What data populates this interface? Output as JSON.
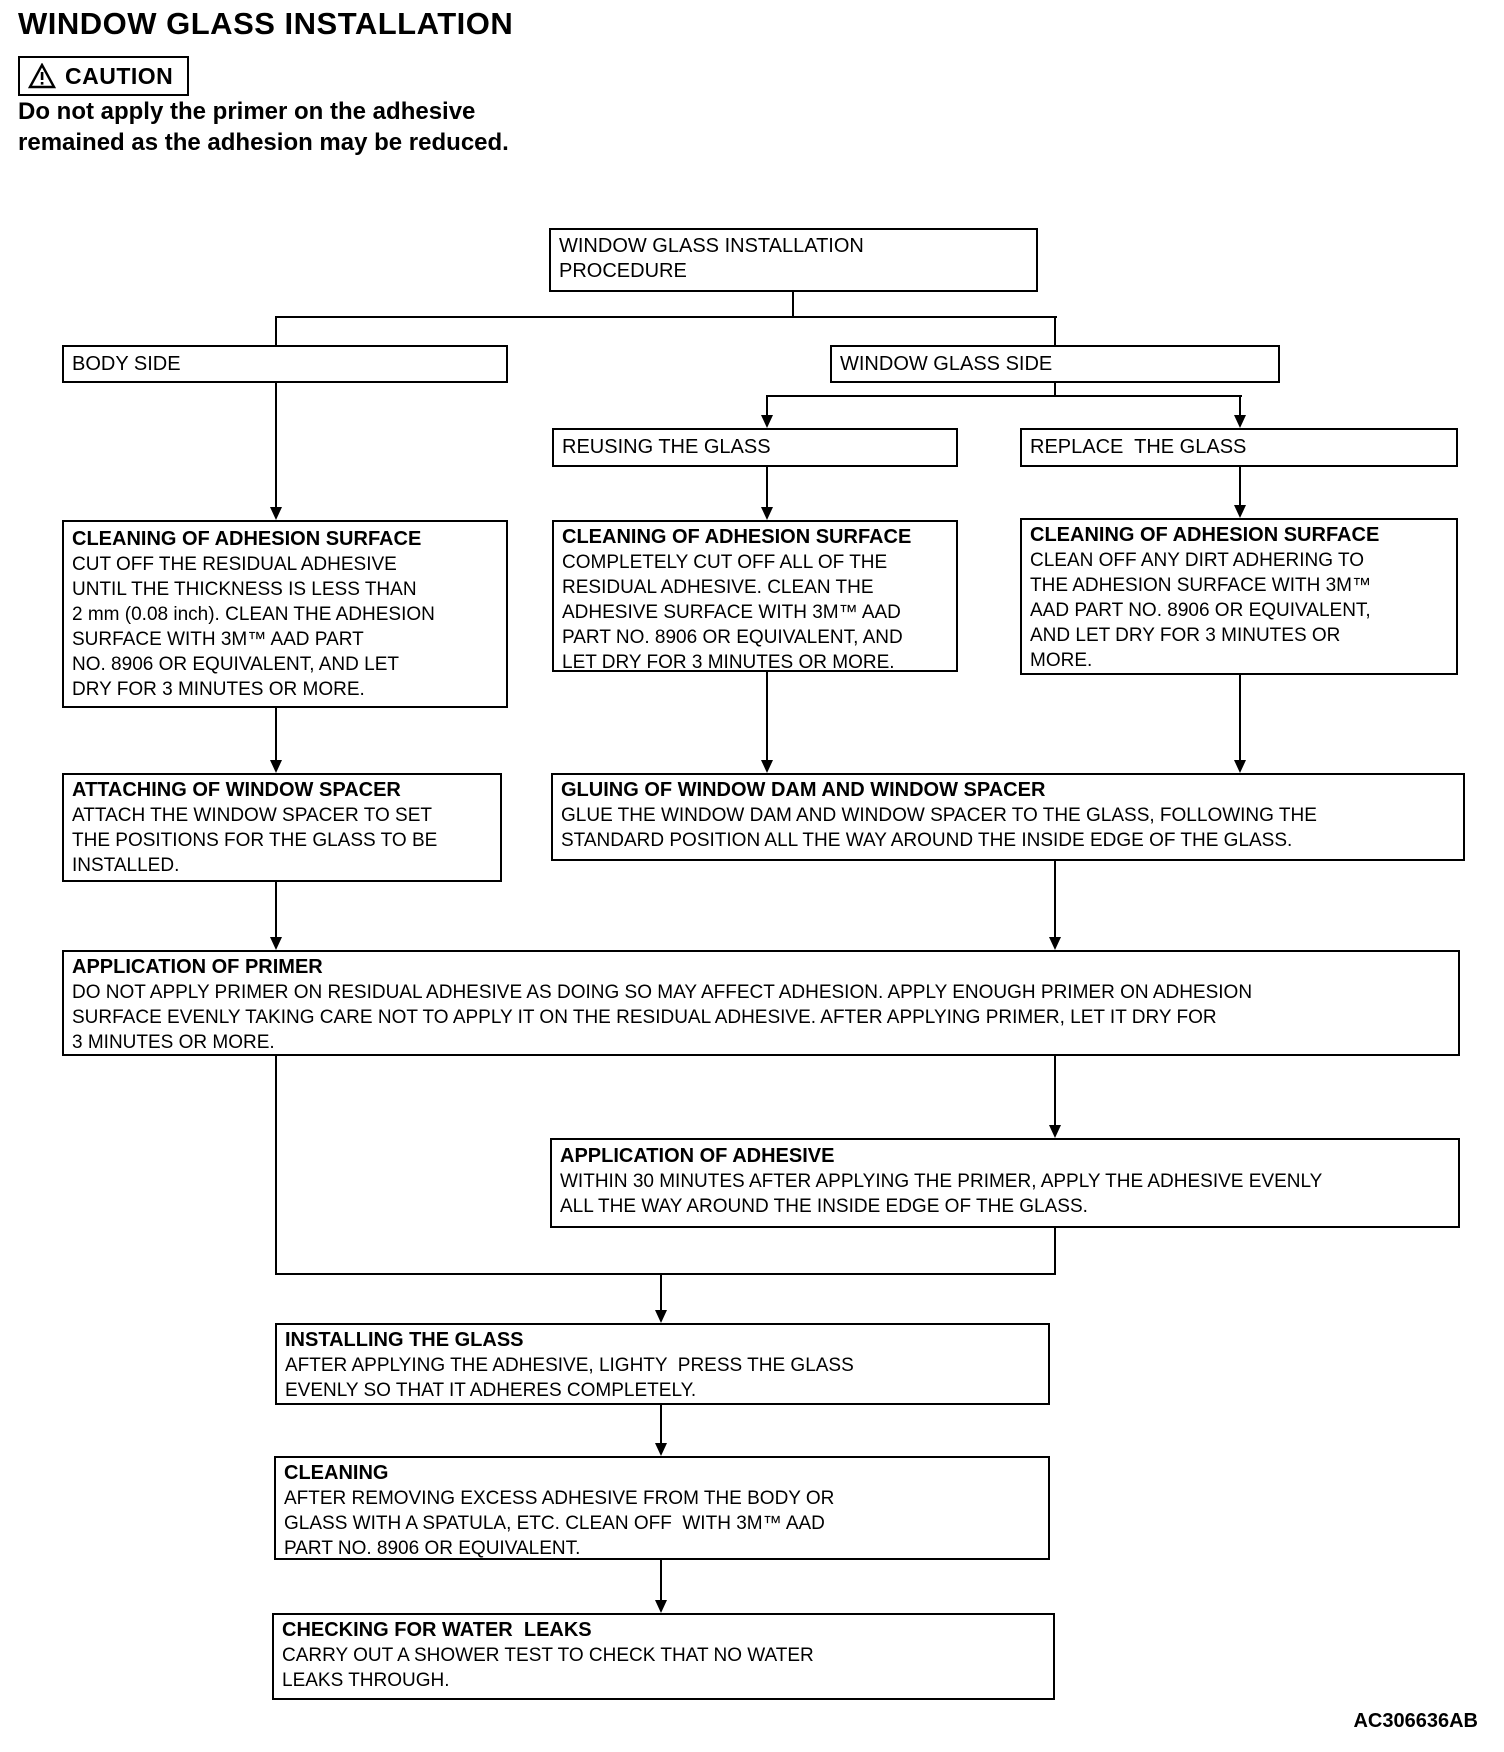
{
  "page": {
    "title": "WINDOW GLASS INSTALLATION",
    "caution_label": "CAUTION",
    "caution_text": "Do not apply the primer on the adhesive\nremained as the adhesion may be reduced.",
    "figure_code": "AC306636AB",
    "colors": {
      "foreground": "#000000",
      "background": "#ffffff"
    },
    "icons": {
      "caution": "warning-triangle-icon"
    }
  },
  "flowchart": {
    "procedure": {
      "title": "WINDOW GLASS INSTALLATION\nPROCEDURE"
    },
    "body_side": {
      "title": "BODY SIDE"
    },
    "window_glass_side": {
      "title": "WINDOW GLASS SIDE"
    },
    "reusing": {
      "title": "REUSING THE GLASS"
    },
    "replace": {
      "title": "REPLACE  THE GLASS"
    },
    "cleaning_body": {
      "title": "CLEANING OF ADHESION SURFACE",
      "body": "CUT OFF THE RESIDUAL ADHESIVE\nUNTIL THE THICKNESS IS LESS THAN\n2 mm (0.08 inch). CLEAN THE ADHESION\nSURFACE WITH 3M™ AAD PART\nNO. 8906 OR EQUIVALENT, AND LET\nDRY FOR 3 MINUTES OR MORE."
    },
    "cleaning_reuse": {
      "title": "CLEANING OF ADHESION SURFACE",
      "body": "COMPLETELY CUT OFF ALL OF THE\nRESIDUAL ADHESIVE. CLEAN THE\nADHESIVE SURFACE WITH 3M™ AAD\nPART NO. 8906 OR EQUIVALENT, AND\nLET DRY FOR 3 MINUTES OR MORE."
    },
    "cleaning_replace": {
      "title": "CLEANING OF ADHESION SURFACE",
      "body": "CLEAN OFF ANY DIRT ADHERING TO\nTHE ADHESION SURFACE WITH 3M™\nAAD PART NO. 8906 OR EQUIVALENT,\nAND LET DRY FOR 3 MINUTES OR\nMORE."
    },
    "attaching_spacer": {
      "title": "ATTACHING OF WINDOW SPACER",
      "body": "ATTACH THE WINDOW SPACER TO SET\nTHE POSITIONS FOR THE GLASS TO BE\nINSTALLED."
    },
    "gluing_dam": {
      "title": "GLUING OF WINDOW DAM AND WINDOW SPACER",
      "body": "GLUE THE WINDOW DAM AND WINDOW SPACER TO THE GLASS, FOLLOWING THE\nSTANDARD POSITION ALL THE WAY AROUND THE INSIDE EDGE OF THE GLASS."
    },
    "primer": {
      "title": "APPLICATION OF PRIMER",
      "body": "DO NOT APPLY PRIMER ON RESIDUAL ADHESIVE AS DOING SO MAY AFFECT ADHESION. APPLY ENOUGH PRIMER ON ADHESION\nSURFACE EVENLY TAKING CARE NOT TO APPLY IT ON THE RESIDUAL ADHESIVE. AFTER APPLYING PRIMER, LET IT DRY FOR\n3 MINUTES OR MORE."
    },
    "adhesive": {
      "title": "APPLICATION OF ADHESIVE",
      "body": "WITHIN 30 MINUTES AFTER APPLYING THE PRIMER, APPLY THE ADHESIVE EVENLY\nALL THE WAY AROUND THE INSIDE EDGE OF THE GLASS."
    },
    "installing": {
      "title": "INSTALLING THE GLASS",
      "body": "AFTER APPLYING THE ADHESIVE, LIGHTY  PRESS THE GLASS\nEVENLY SO THAT IT ADHERES COMPLETELY."
    },
    "cleaning_final": {
      "title": "CLEANING",
      "body": "AFTER REMOVING EXCESS ADHESIVE FROM THE BODY OR\nGLASS WITH A SPATULA, ETC. CLEAN OFF  WITH 3M™ AAD\nPART NO. 8906 OR EQUIVALENT."
    },
    "water_leaks": {
      "title": "CHECKING FOR WATER  LEAKS",
      "body": "CARRY OUT A SHOWER TEST TO CHECK THAT NO WATER\nLEAKS THROUGH."
    }
  }
}
